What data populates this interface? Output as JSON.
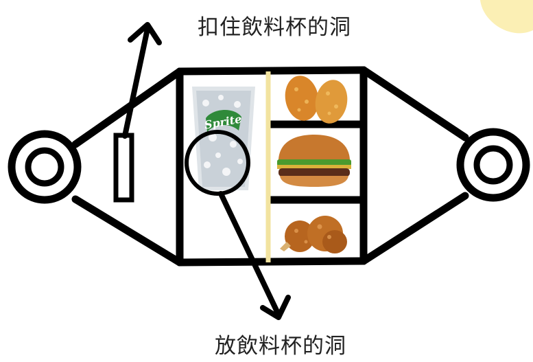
{
  "labels": {
    "top": "扣住飲料杯的洞",
    "bottom": "放飲料杯的洞"
  },
  "cup_brand": "Sprite",
  "colors": {
    "outline": "#000000",
    "divider": "#f2e3a0",
    "corner_blob": "#fbefb4",
    "cup_logo": "#2f8a3a",
    "background": "#ffffff"
  },
  "items": [
    "sprite-cup",
    "hash-browns",
    "hamburger",
    "fried-chicken"
  ]
}
